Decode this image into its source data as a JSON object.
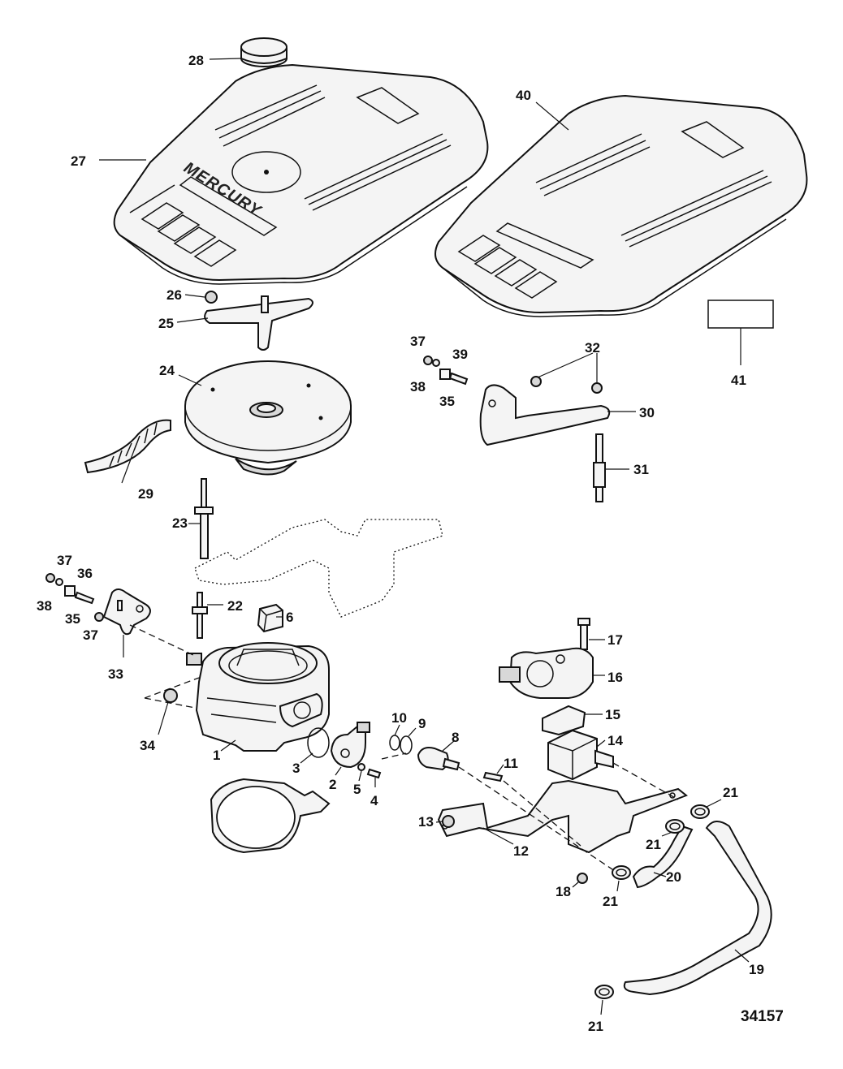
{
  "brand_text": "MERCURY",
  "figure_number": "34157",
  "callouts": [
    "28",
    "27",
    "40",
    "26",
    "25",
    "24",
    "29",
    "37",
    "39",
    "38",
    "35",
    "32",
    "30",
    "31",
    "41",
    "23",
    "37",
    "36",
    "38",
    "35",
    "22",
    "6",
    "37",
    "33",
    "17",
    "16",
    "15",
    "34",
    "1",
    "3",
    "2",
    "5",
    "4",
    "10",
    "9",
    "8",
    "11",
    "14",
    "21",
    "13",
    "12",
    "21",
    "20",
    "18",
    "21",
    "19",
    "21"
  ]
}
